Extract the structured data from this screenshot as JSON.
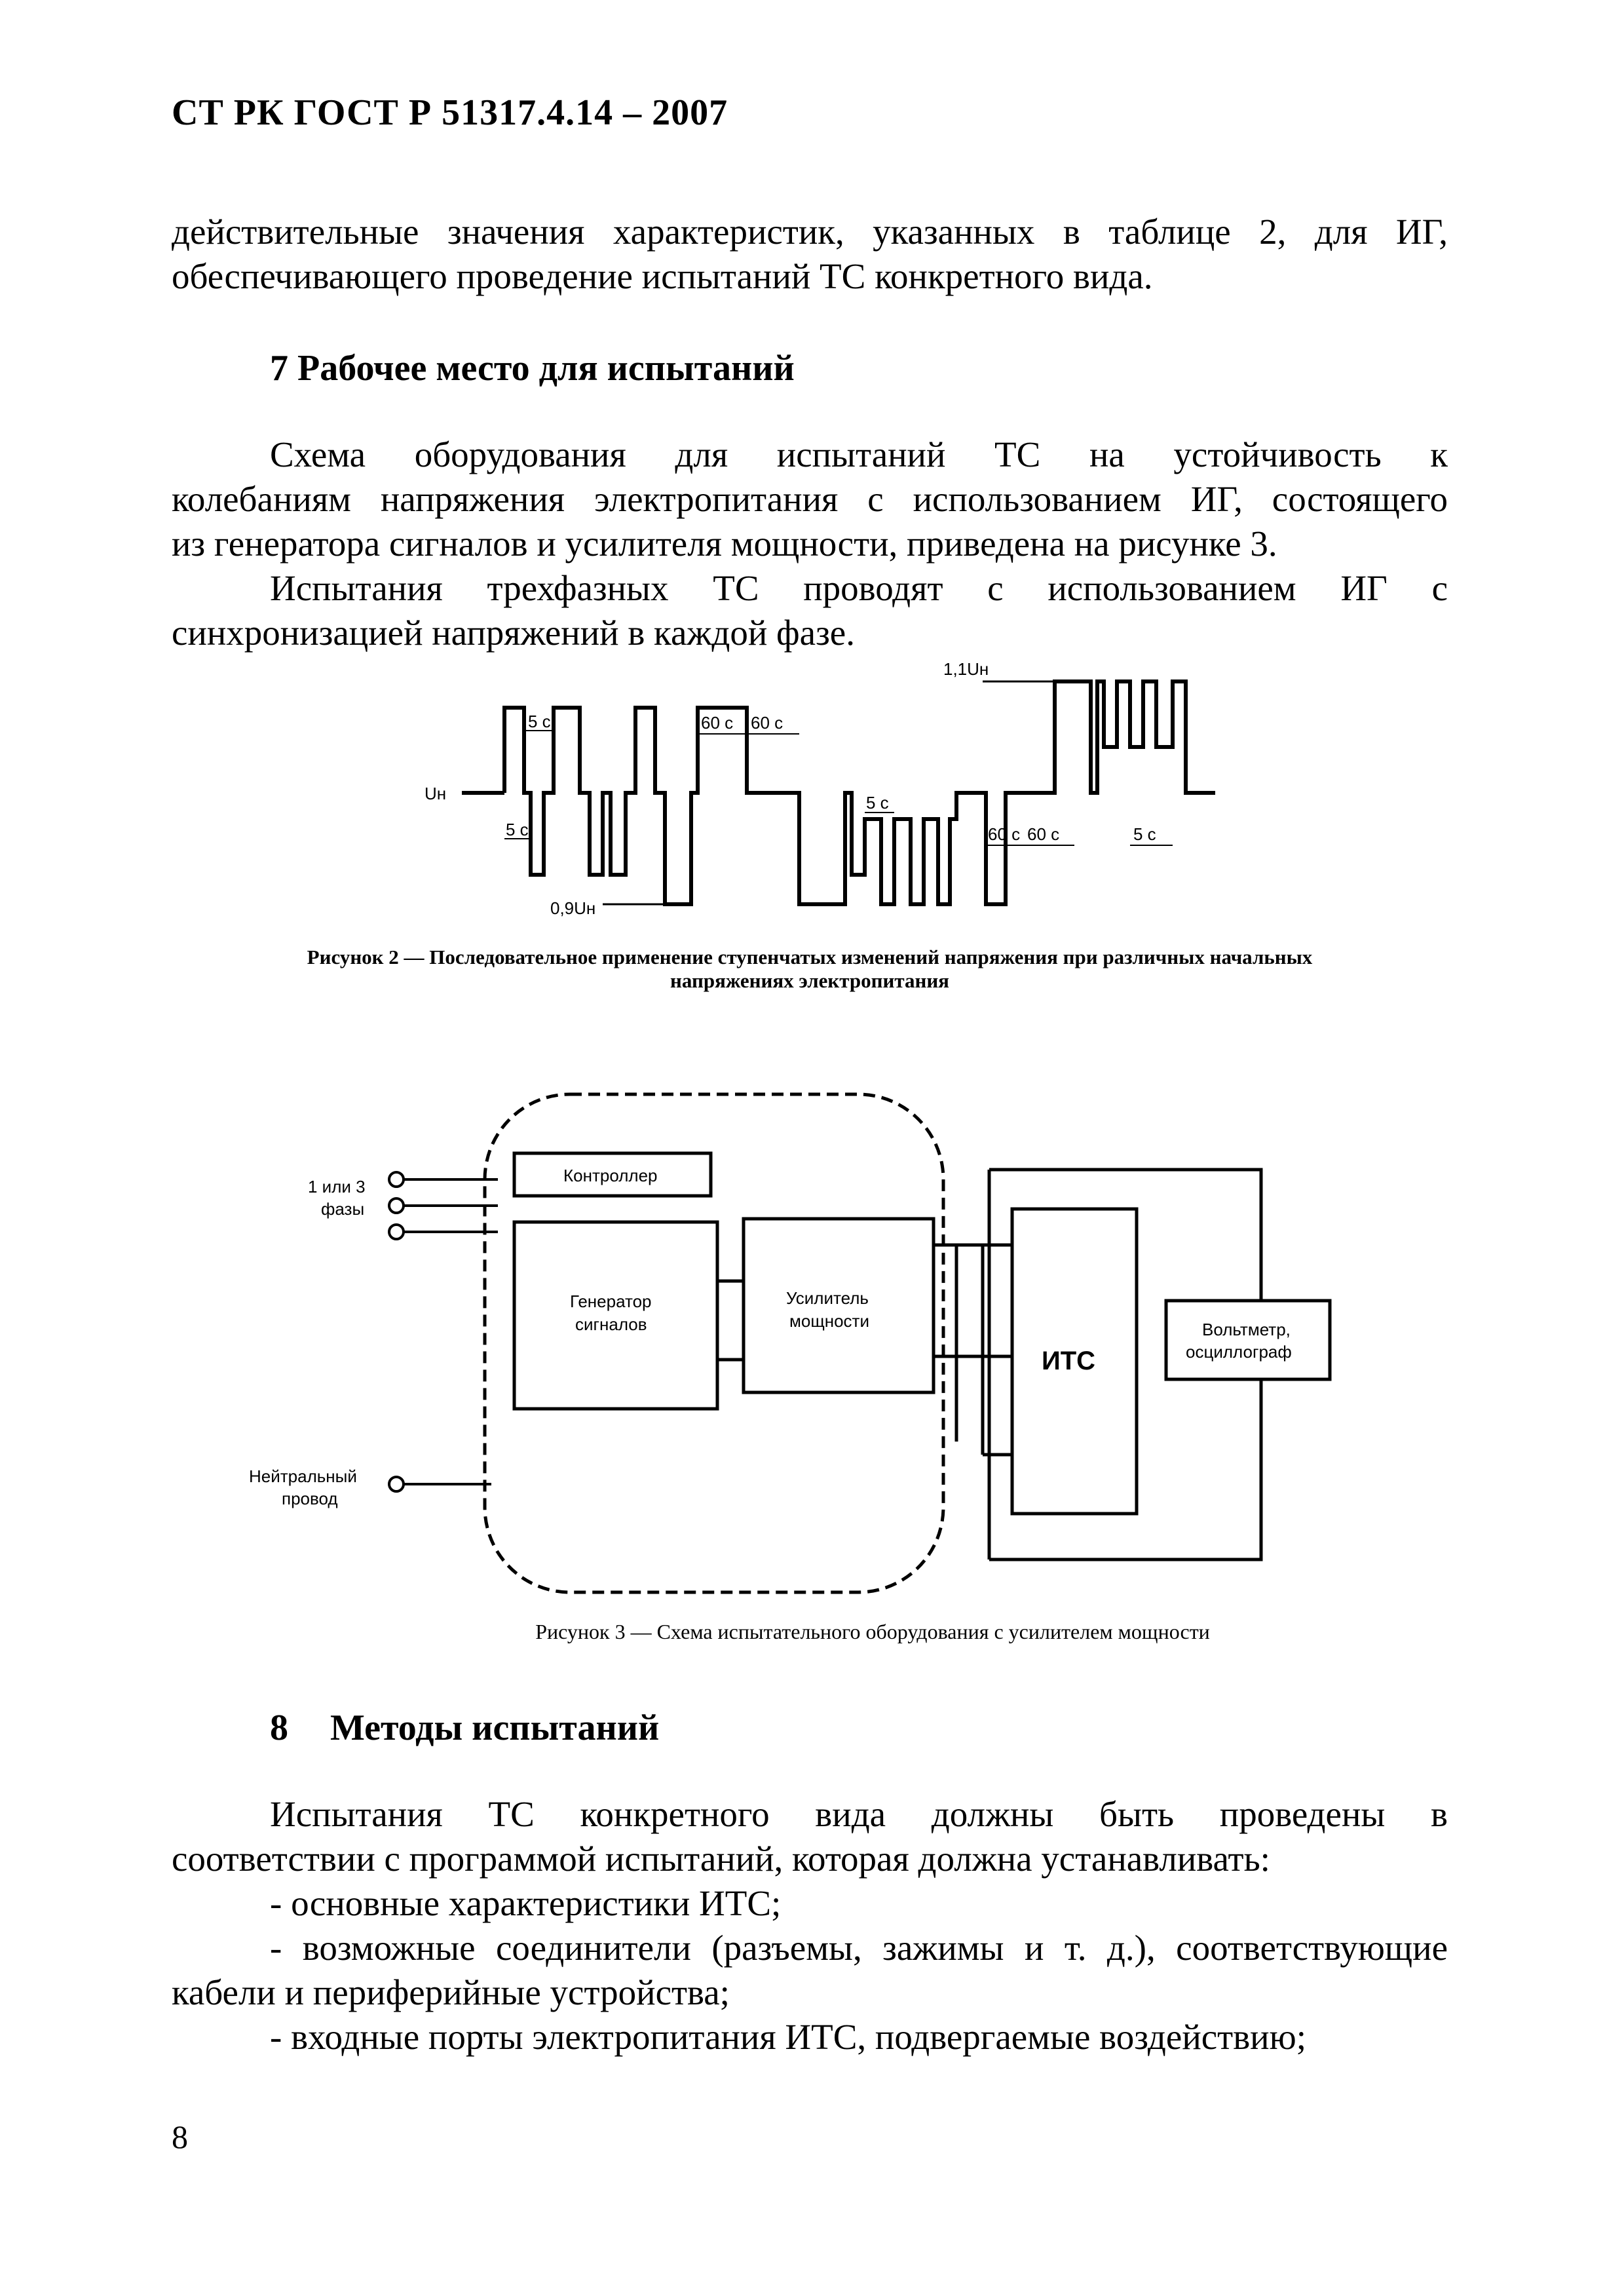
{
  "header": "СТ РК ГОСТ Р 51317.4.14 – 2007",
  "intro": {
    "line1": "действительные значения характеристик, указанных в таблице 2, для ИГ,",
    "line2": "обеспечивающего проведение испытаний ТС конкретного вида."
  },
  "section7": {
    "heading": "7  Рабочее место для испытаний",
    "p1_l1": "Схема оборудования для испытаний ТС на устойчивость к",
    "p1_l2": "колебаниям напряжения электропитания с использованием ИГ, состоящего",
    "p1_l3": "из генератора сигналов и усилителя мощности, приведена на рисунке 3.",
    "p2_l1": "Испытания трехфазных ТС проводят с использованием ИГ с",
    "p2_l2": "синхронизацией напряжений в каждой фазе."
  },
  "figure2": {
    "label_high": "1,1Uн",
    "label_nom": "Uн",
    "label_low": "0,9Uн",
    "t5a": "5 с",
    "t5b": "5 с",
    "t5c": "5 с",
    "t5d": "5 с",
    "t60a": "60 с",
    "t60b": "60 с",
    "t60c": "60 с",
    "t60d": "60 с",
    "caption_l1": "Рисунок 2 — Последовательное применение ступенчатых изменений напряжения при различных начальных",
    "caption_l2": "напряжениях электропитания"
  },
  "figure3": {
    "inputs_label_l1": "1 или 3",
    "inputs_label_l2": "фазы",
    "neutral_l1": "Нейтральный",
    "neutral_l2": "провод",
    "controller": "Контроллер",
    "generator_l1": "Генератор",
    "generator_l2": "сигналов",
    "amplifier_l1": "Усилитель",
    "amplifier_l2": "мощности",
    "eut": "ИТС",
    "meter_l1": "Вольтметр,",
    "meter_l2": "осциллограф",
    "caption": "Рисунок 3 — Схема испытательного оборудования с усилителем мощности"
  },
  "section8": {
    "heading_num": "8",
    "heading_text": "Методы испытаний",
    "p1_l1": "Испытания ТС конкретного вида должны быть проведены в",
    "p1_l2": "соответствии с программой испытаний, которая должна устанавливать:",
    "item1": "- основные характеристики ИТС;",
    "item2_l1": "- возможные соединители (разъемы, зажимы и т. д.), соответствующие",
    "item2_l2": "кабели и периферийные устройства;",
    "item3": "- входные порты электропитания ИТС, подвергаемые воздействию;"
  },
  "page_number": "8"
}
